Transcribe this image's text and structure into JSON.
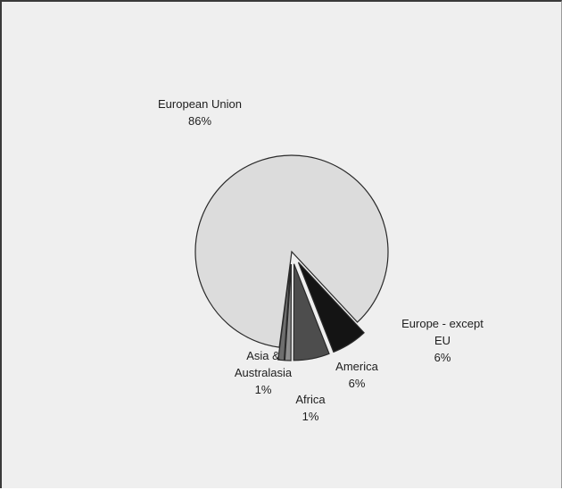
{
  "chart_data": {
    "type": "pie",
    "title": "",
    "legend": "none",
    "slices": [
      {
        "label_lines": [
          "European Union"
        ],
        "value_label": "86%",
        "value": 86,
        "color": "#dcdcdc",
        "exploded": false
      },
      {
        "label_lines": [
          "Asia &",
          "Australasia"
        ],
        "value_label": "1%",
        "value": 1,
        "color": "#6e6e6e",
        "exploded": true
      },
      {
        "label_lines": [
          "Africa"
        ],
        "value_label": "1%",
        "value": 1,
        "color": "#8f8f8f",
        "exploded": true
      },
      {
        "label_lines": [
          "America"
        ],
        "value_label": "6%",
        "value": 6,
        "color": "#4d4d4d",
        "exploded": true
      },
      {
        "label_lines": [
          "Europe - except",
          "EU"
        ],
        "value_label": "6%",
        "value": 6,
        "color": "#141414",
        "exploded": true
      }
    ]
  }
}
